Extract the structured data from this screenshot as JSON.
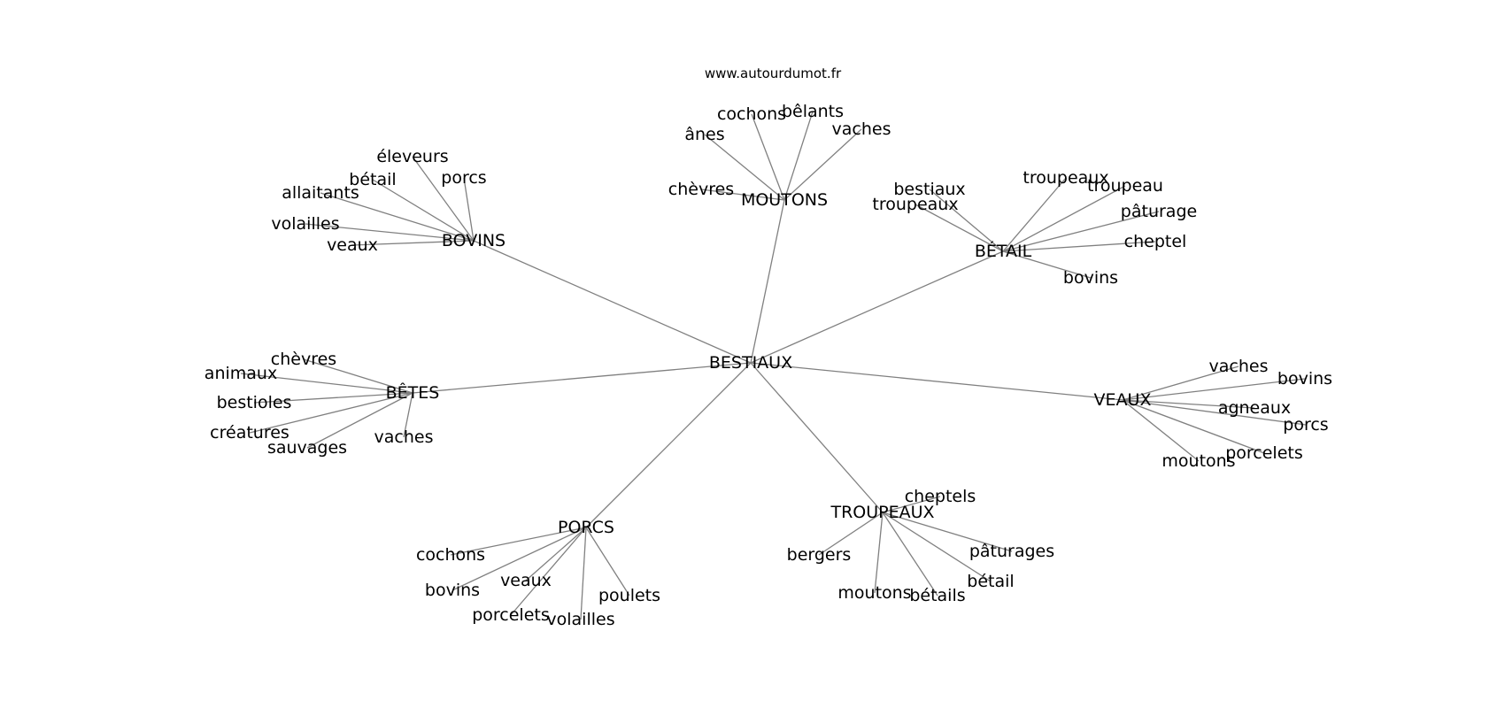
{
  "source": "www.autourdumot.fr",
  "center": "BESTIAUX",
  "hubs": [
    {
      "label": "MOUTONS",
      "words": [
        "ânes",
        "cochons",
        "bêlants",
        "vaches",
        "chèvres"
      ]
    },
    {
      "label": "BOVINS",
      "words": [
        "éleveurs",
        "bétail",
        "porcs",
        "allaitants",
        "volailles",
        "veaux"
      ]
    },
    {
      "label": "BÉTAIL",
      "words": [
        "bestiaux",
        "troupeaux",
        "troupeaux",
        "troupeau",
        "pâturage",
        "cheptel",
        "bovins"
      ]
    },
    {
      "label": "BÊTES",
      "words": [
        "chèvres",
        "animaux",
        "bestioles",
        "créatures",
        "sauvages",
        "vaches"
      ]
    },
    {
      "label": "VEAUX",
      "words": [
        "vaches",
        "bovins",
        "agneaux",
        "porcs",
        "porcelets",
        "moutons"
      ]
    },
    {
      "label": "PORCS",
      "words": [
        "cochons",
        "bovins",
        "veaux",
        "poulets",
        "porcelets",
        "volailles"
      ]
    },
    {
      "label": "TROUPEAUX",
      "words": [
        "cheptels",
        "bergers",
        "pâturages",
        "bétail",
        "moutons",
        "bétails"
      ]
    }
  ]
}
